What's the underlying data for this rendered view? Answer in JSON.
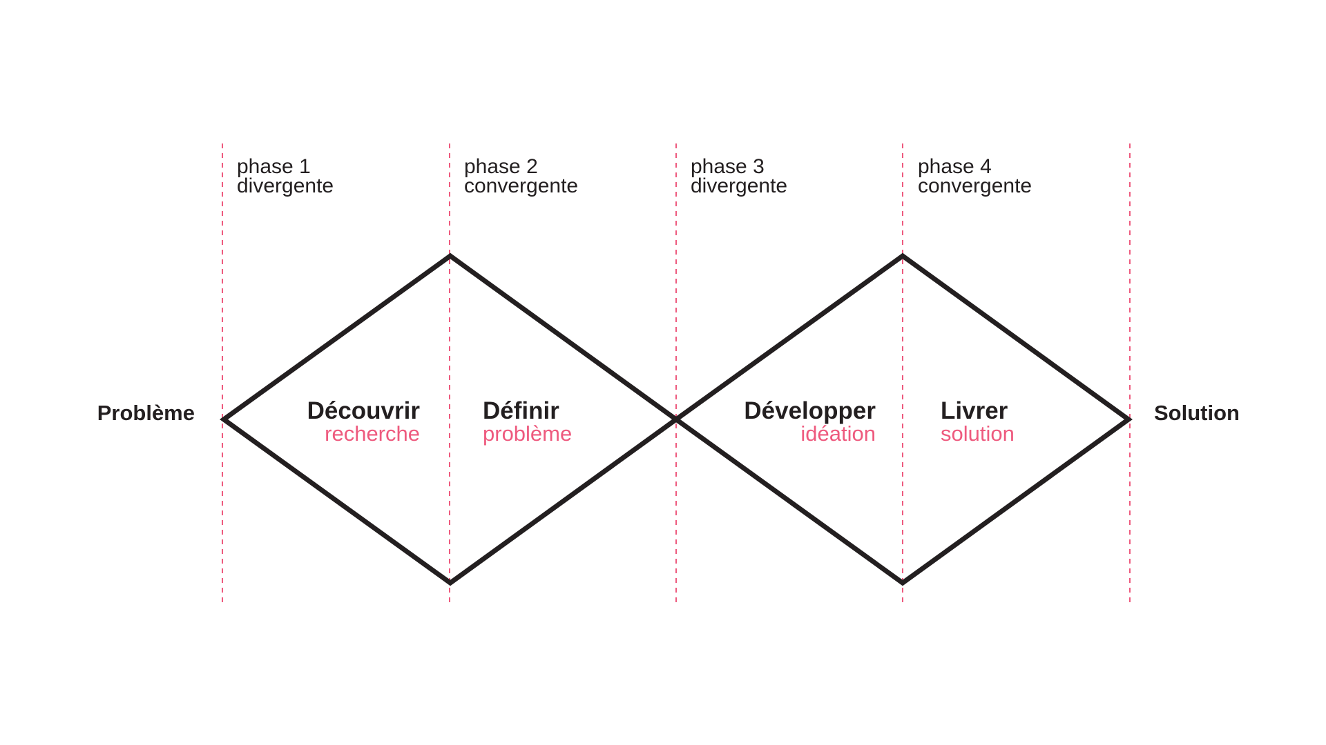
{
  "endpoints": {
    "start": "Problème",
    "end": "Solution"
  },
  "phases": [
    {
      "number": "phase 1",
      "mode": "divergente"
    },
    {
      "number": "phase 2",
      "mode": "convergente"
    },
    {
      "number": "phase 3",
      "mode": "divergente"
    },
    {
      "number": "phase 4",
      "mode": "convergente"
    }
  ],
  "stages": [
    {
      "title": "Découvrir",
      "subtitle": "recherche"
    },
    {
      "title": "Définir",
      "subtitle": "problème"
    },
    {
      "title": "Développer",
      "subtitle": "idéation"
    },
    {
      "title": "Livrer",
      "subtitle": "solution"
    }
  ],
  "colors": {
    "accent": "#ee5a7e",
    "ink": "#231f20",
    "background": "#ffffff"
  }
}
